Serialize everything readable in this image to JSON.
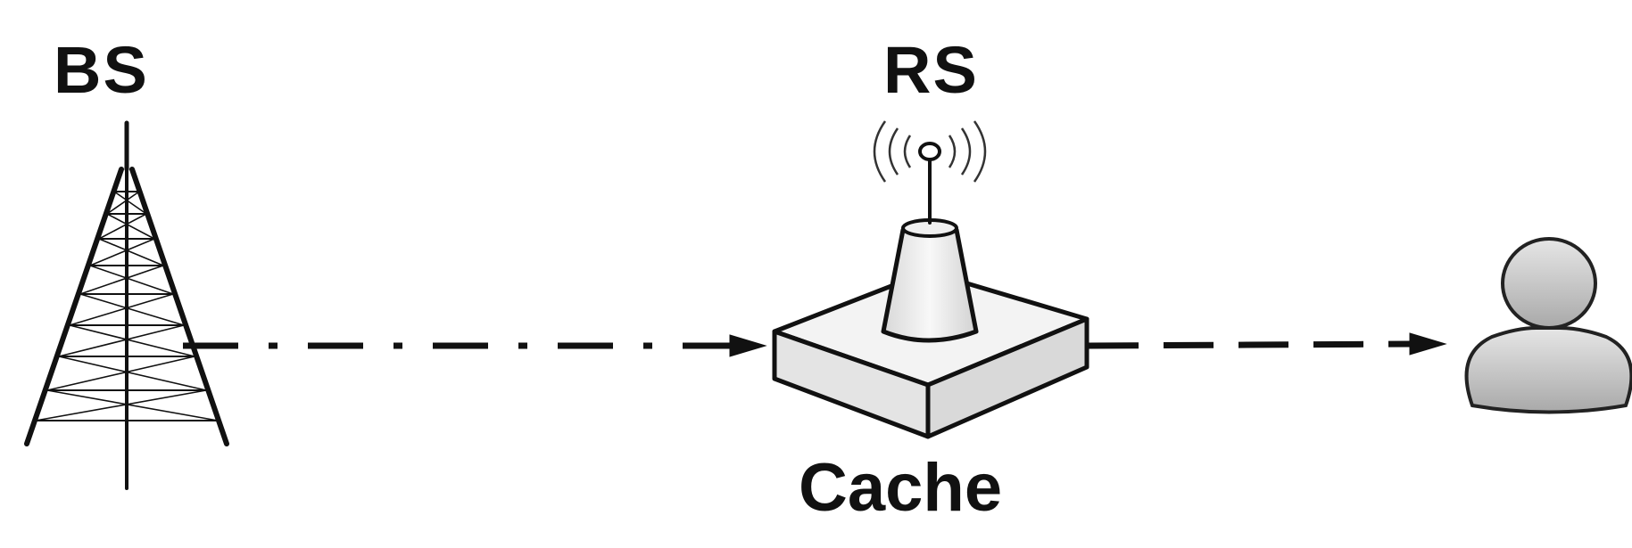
{
  "labels": {
    "base_station": "BS",
    "relay_station": "RS",
    "cache": "Cache"
  },
  "icons": {
    "base_station": "cell-tower-icon",
    "relay_station": "relay-router-icon",
    "user": "user-icon"
  },
  "links": [
    {
      "from": "BS",
      "to": "RS",
      "style": "dash-dot"
    },
    {
      "from": "RS",
      "to": "user",
      "style": "dashed"
    }
  ],
  "colors": {
    "line": "#111111",
    "router_top": "#f3f3f3",
    "router_side": "#e2e2e2",
    "user_fill": "#c9c9c9"
  }
}
